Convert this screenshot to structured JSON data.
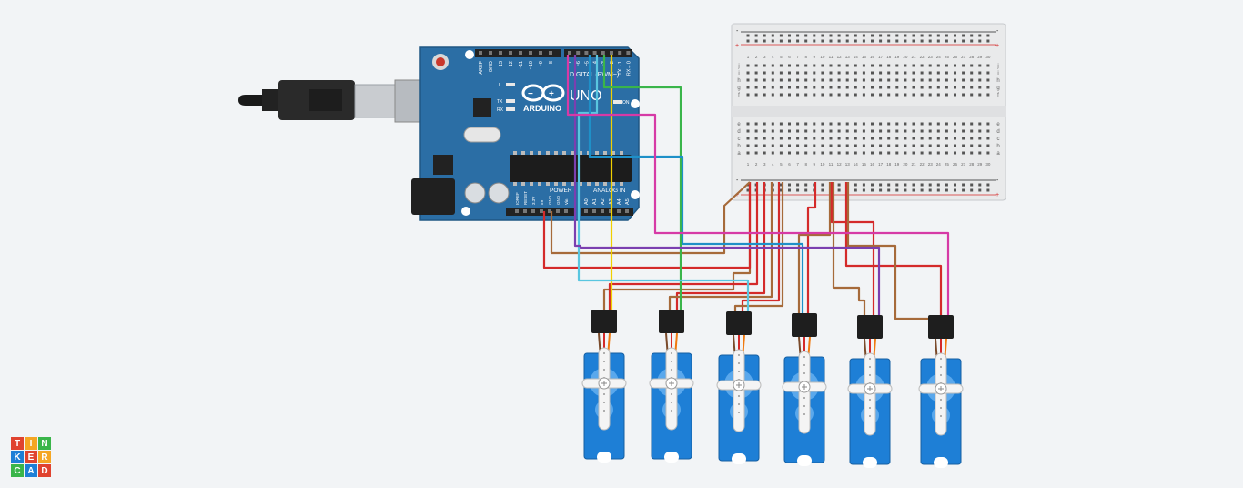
{
  "board": {
    "brand": "ARDUINO",
    "model": "UNO",
    "digital_label": "DIGITAL (PWM~)",
    "analog_label": "ANALOG IN",
    "power_label": "POWER",
    "on_label": "ON",
    "l_label": "L",
    "tx_label": "TX",
    "rx_label": "RX",
    "digital_pins": [
      "AREF",
      "GND",
      "13",
      "12",
      "~11",
      "~10",
      "~9",
      "8",
      "7",
      "~6",
      "~5",
      "4",
      "~3",
      "2",
      "TX→1",
      "RX←0"
    ],
    "power_pins": [
      "IOREF",
      "RESET",
      "3.3V",
      "5V",
      "GND",
      "GND",
      "Vin"
    ],
    "analog_pins": [
      "A0",
      "A1",
      "A2",
      "A3",
      "A4",
      "A5"
    ]
  },
  "breadboard": {
    "rail_minus": "-",
    "rail_plus": "+",
    "rows_top": [
      "j",
      "i",
      "h",
      "g",
      "f"
    ],
    "rows_bottom": [
      "e",
      "d",
      "c",
      "b",
      "a"
    ],
    "columns": [
      "1",
      "2",
      "3",
      "4",
      "5",
      "6",
      "7",
      "8",
      "9",
      "10",
      "11",
      "12",
      "13",
      "14",
      "15",
      "16",
      "17",
      "18",
      "19",
      "20",
      "21",
      "22",
      "23",
      "24",
      "25",
      "26",
      "27",
      "28",
      "29",
      "30"
    ]
  },
  "servos": [
    {
      "signal_color": "#f0d000"
    },
    {
      "signal_color": "#3ab54a"
    },
    {
      "signal_color": "#59c6e0"
    },
    {
      "signal_color": "#1e90c8"
    },
    {
      "signal_color": "#7b3fb0"
    },
    {
      "signal_color": "#d63aa6"
    }
  ],
  "colors": {
    "board": "#2b6ea5",
    "wire_red": "#d42a2a",
    "wire_brown": "#a66a3a",
    "wire_magenta": "#d63aa6",
    "servo_blue": "#1e7fd6"
  },
  "logo": {
    "letters": [
      "T",
      "I",
      "N",
      "K",
      "E",
      "R",
      "C",
      "A",
      "D"
    ],
    "colors": [
      "#e0432f",
      "#f5a623",
      "#3ab54a",
      "#1e7fd6",
      "#e0432f",
      "#f5a623",
      "#3ab54a",
      "#1e7fd6",
      "#e0432f"
    ]
  }
}
